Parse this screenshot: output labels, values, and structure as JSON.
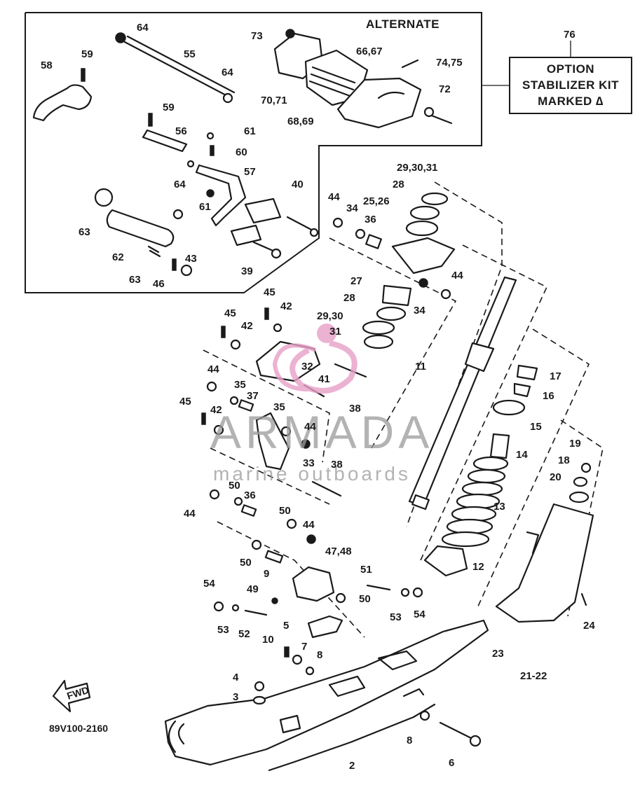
{
  "diagram": {
    "box_title": "ALTERNATE",
    "option_note": [
      "OPTION",
      "STABILIZER KIT",
      "MARKED ∆"
    ],
    "drawing_code": "89V100-2160",
    "front_arrow_label": "FWD",
    "watermark": {
      "brand": "ARMADA",
      "tagline": "marine outboards"
    },
    "callouts": [
      "64",
      "58",
      "59",
      "55",
      "64",
      "73",
      "70,71",
      "66,67",
      "68,69",
      "74,75",
      "72",
      "76",
      "59",
      "56",
      "61",
      "60",
      "64",
      "57",
      "61",
      "40",
      "63",
      "62",
      "63",
      "46",
      "43",
      "39",
      "44",
      "34",
      "36",
      "25,26",
      "28",
      "29,30,31",
      "27",
      "28",
      "29,30",
      "31",
      "34",
      "44",
      "45",
      "42",
      "45",
      "42",
      "32",
      "41",
      "38",
      "44",
      "35",
      "37",
      "45",
      "42",
      "35",
      "44",
      "33",
      "38",
      "11",
      "17",
      "16",
      "15",
      "14",
      "13",
      "12",
      "19",
      "18",
      "20",
      "24",
      "23",
      "21-22",
      "50",
      "44",
      "36",
      "50",
      "44",
      "50",
      "9",
      "47,48",
      "49",
      "51",
      "50",
      "53",
      "54",
      "54",
      "53",
      "52",
      "5",
      "10",
      "7",
      "8",
      "4",
      "3",
      "8",
      "6",
      "2"
    ]
  },
  "colors": {
    "ink": "#1a1a1a",
    "paper": "#ffffff",
    "watermark_gray": "#9a9a9a",
    "watermark_pink": "#e8a0c8"
  },
  "icons": {
    "front_arrow": "fwd-arrow-icon",
    "watermark_logo": "pink-swirl-logo-icon"
  }
}
